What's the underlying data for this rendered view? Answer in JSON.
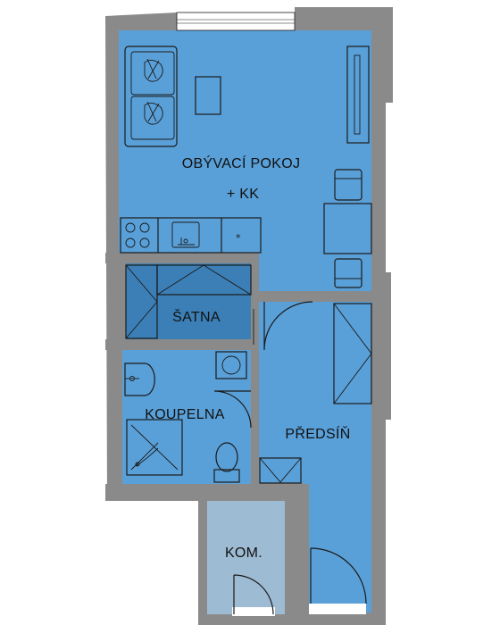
{
  "colors": {
    "wall": "#8a8a8a",
    "room_fill": "#5aa0d8",
    "closet_fill": "#3c7fb6",
    "storage_fill": "#9ebbd4",
    "window_fill": "#ffffff",
    "line": "#1a1a1a"
  },
  "rooms": {
    "living": {
      "label_line1": "OBÝVACÍ POKOJ",
      "label_line2": "+ KK"
    },
    "closet": {
      "label": "ŠATNA"
    },
    "bathroom": {
      "label": "KOUPELNA"
    },
    "hallway": {
      "label": "PŘEDSÍŇ"
    },
    "storage": {
      "label": "KOM."
    }
  },
  "icons": {
    "sofa": "sofa-icon",
    "table": "coffee-table-icon",
    "tv": "tv-unit-icon",
    "chair": "chair-icon",
    "dining_table": "dining-table-icon",
    "stove": "stove-icon",
    "sink": "kitchen-sink-icon",
    "fridge": "fridge-icon",
    "washbasin": "washbasin-icon",
    "washer": "washing-machine-icon",
    "shower": "shower-icon",
    "toilet": "toilet-icon",
    "door": "door-swing-icon"
  }
}
